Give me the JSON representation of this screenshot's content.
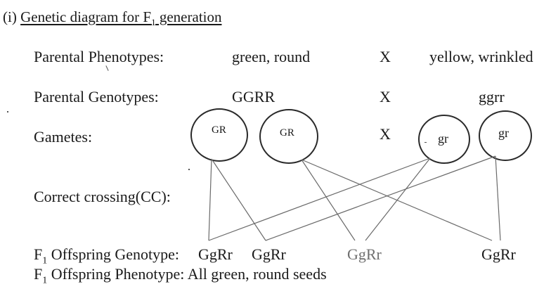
{
  "heading": {
    "number": "(i)",
    "text": "Genetic diagram for F",
    "subscript": "1",
    "suffix": " generation"
  },
  "rows": {
    "phenotypes": {
      "label": "Parental Phenotypes:",
      "left": "green, round",
      "cross": "X",
      "right": "yellow, wrinkled"
    },
    "genotypes": {
      "label": "Parental Genotypes:",
      "left": "GGRR",
      "cross": "X",
      "right": "ggrr"
    },
    "gametes": {
      "label": "Gametes:",
      "cross": "X",
      "items": [
        "GR",
        "GR",
        "gr",
        "gr"
      ]
    },
    "crossing": {
      "label": "Correct crossing(CC):"
    }
  },
  "offspring": {
    "genotype_label_prefix": "F",
    "genotype_label_sub": "1",
    "genotype_label_suffix": " Offspring Genotype:",
    "genotypes": [
      "GgRr",
      "GgRr",
      "GgRr",
      "GgRr"
    ],
    "phenotype_label_prefix": "F",
    "phenotype_label_sub": "1",
    "phenotype_label_suffix": " Offspring Phenotype:",
    "phenotype_value": "All green, round seeds"
  }
}
